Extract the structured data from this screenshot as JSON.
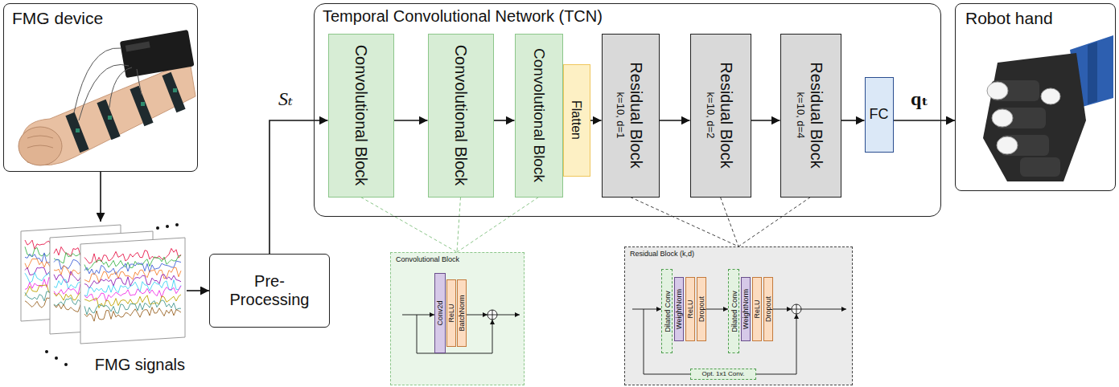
{
  "diagram": {
    "nodes": [
      {
        "text": [
          "FMG device"
        ]
      },
      {
        "text": [
          "Temporal Convolutional Network (TCN)"
        ]
      },
      {
        "text": [
          "Convolutional Block"
        ],
        "in": 1
      },
      {
        "text": [
          "Convolutional Block"
        ],
        "in": 1
      },
      {
        "text": [
          "Convolutional Block"
        ],
        "in": 1
      },
      {
        "text": [
          "Flatten"
        ],
        "in": 1
      },
      {
        "text": [
          "Residual Block",
          "k=10, d=1"
        ],
        "in": 1
      },
      {
        "text": [
          "Residual Block",
          "k=10, d=2"
        ],
        "in": 1
      },
      {
        "text": [
          "Residual Block",
          "k=10, d=4"
        ],
        "in": 1
      },
      {
        "text": [
          "FC"
        ],
        "in": 1
      },
      {
        "text": [
          "Robot hand"
        ]
      },
      {
        "text": [
          "FMG signals"
        ]
      },
      {
        "text": [
          "Pre- Processing"
        ]
      },
      {
        "text": [
          "Convolutional Block"
        ]
      },
      {
        "text": [
          "Conv2d"
        ],
        "in": 13
      },
      {
        "text": [
          "ReLU"
        ],
        "in": 13
      },
      {
        "text": [
          "BatchNorm"
        ],
        "in": 13
      },
      {
        "text": [
          "Residual Block (k,d)"
        ]
      },
      {
        "text": [
          "Dilated Conv"
        ],
        "in": 17
      },
      {
        "text": [
          "WeightNorm"
        ],
        "in": 17
      },
      {
        "text": [
          "ReLU"
        ],
        "in": 17
      },
      {
        "text": [
          "Dropout"
        ],
        "in": 17
      },
      {
        "text": [
          "Dilated Conv"
        ],
        "in": 17
      },
      {
        "text": [
          "WeightNorm"
        ],
        "in": 17
      },
      {
        "text": [
          "ReLU"
        ],
        "in": 17
      },
      {
        "text": [
          "Dropout"
        ],
        "in": 17
      },
      {
        "text": [
          "Opt. 1x1 Conv."
        ],
        "in": 17
      }
    ],
    "edges": [
      {
        "from": 0,
        "to": 11,
        "arrow": "to"
      },
      {
        "from": 11,
        "to": 12,
        "arrow": "to"
      },
      {
        "from": 12,
        "to": 2,
        "arrow": "to",
        "label": "Sₜ"
      },
      {
        "from": 2,
        "to": 3,
        "arrow": "to"
      },
      {
        "from": 3,
        "to": 4,
        "arrow": "to"
      },
      {
        "from": 5,
        "to": 6,
        "arrow": "to"
      },
      {
        "from": 6,
        "to": 7,
        "arrow": "to"
      },
      {
        "from": 7,
        "to": 8,
        "arrow": "to"
      },
      {
        "from": 8,
        "to": 9,
        "arrow": "to"
      },
      {
        "from": 9,
        "to": 10,
        "arrow": "to",
        "label": "qₜ"
      },
      {
        "from": 2,
        "to": 13,
        "arrow": "none"
      },
      {
        "from": 3,
        "to": 13,
        "arrow": "none"
      },
      {
        "from": 4,
        "to": 13,
        "arrow": "none"
      },
      {
        "from": 6,
        "to": 17,
        "arrow": "none"
      },
      {
        "from": 7,
        "to": 17,
        "arrow": "none"
      },
      {
        "from": 8,
        "to": 17,
        "arrow": "none"
      },
      {
        "from": 21,
        "to": 22,
        "arrow": "to"
      }
    ]
  }
}
